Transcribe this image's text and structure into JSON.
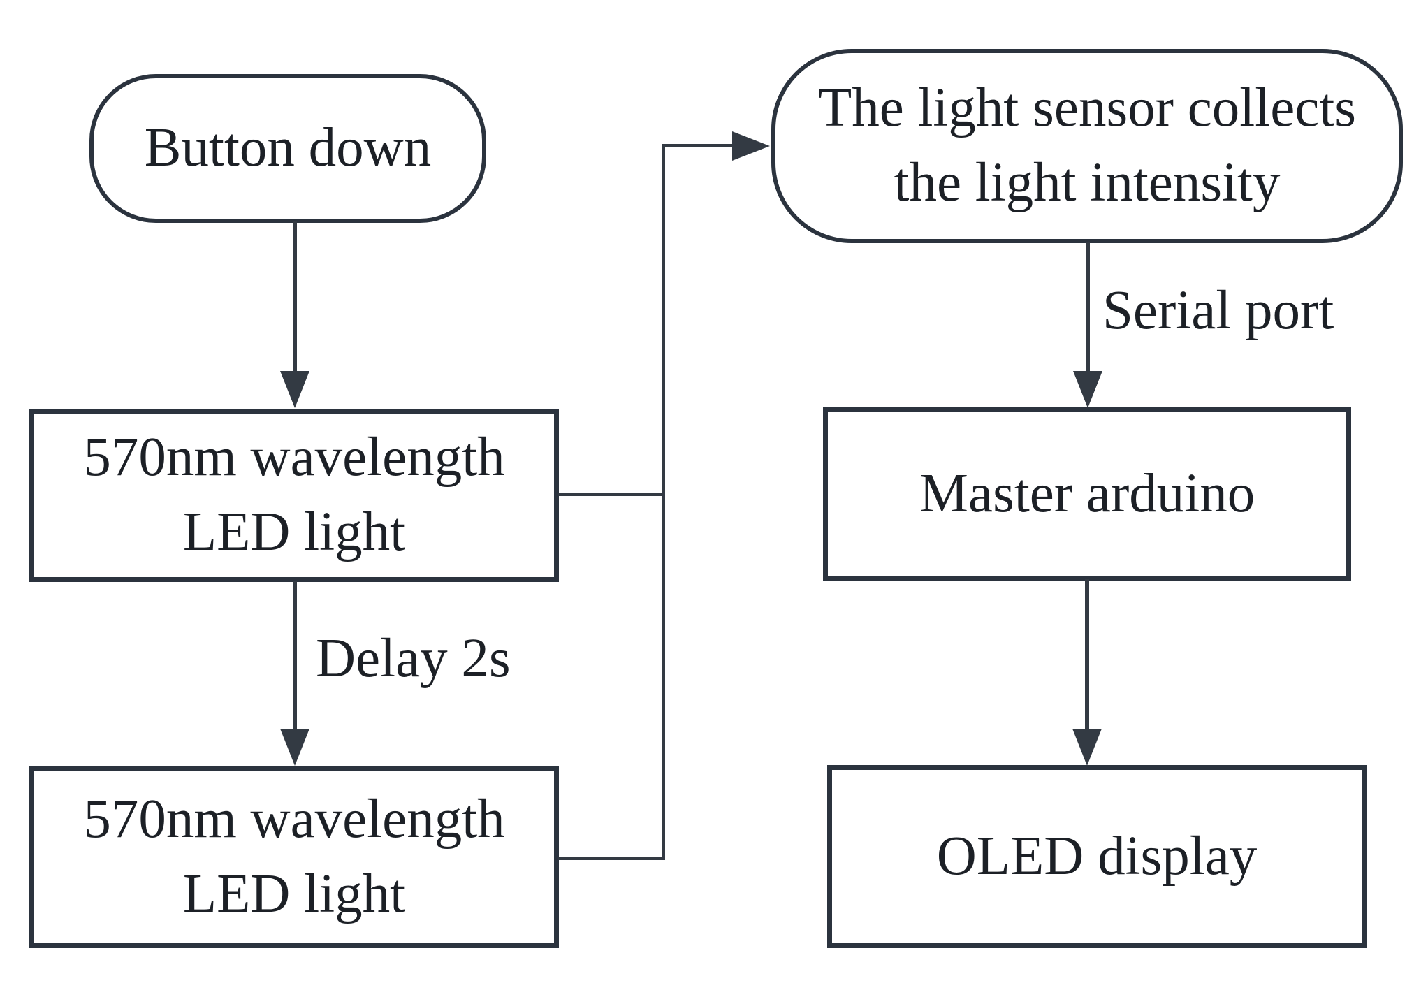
{
  "figure": {
    "type": "flowchart",
    "background": "#ffffff",
    "stroke_color": "#2b333e",
    "line_color": "#333a43",
    "text_color": "#1c2026",
    "nodes": {
      "button_down": {
        "shape": "rounded",
        "lines": [
          "Button down"
        ]
      },
      "led_1": {
        "shape": "rect",
        "lines": [
          "570nm wavelength",
          "LED light"
        ]
      },
      "led_2": {
        "shape": "rect",
        "lines": [
          "570nm wavelength",
          "LED light"
        ]
      },
      "light_sensor": {
        "shape": "rounded",
        "lines": [
          "The light sensor collects",
          "the light intensity"
        ]
      },
      "master_arduino": {
        "shape": "rect",
        "lines": [
          "Master arduino"
        ]
      },
      "oled_display": {
        "shape": "rect",
        "lines": [
          "OLED display"
        ]
      }
    },
    "edge_labels": {
      "delay": "Delay 2s",
      "serial_port": "Serial port"
    }
  }
}
